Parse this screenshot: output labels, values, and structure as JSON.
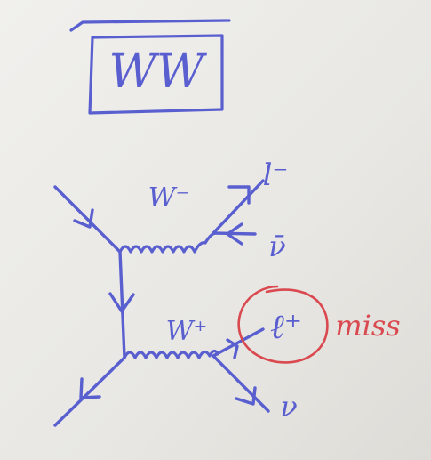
{
  "title": "WW",
  "particles": {
    "w_minus": "W⁻",
    "w_plus": "W⁺",
    "lepton_minus": "l⁻",
    "antineutrino": "ν̄",
    "lepton_plus": "ℓ⁺",
    "neutrino": "ν"
  },
  "annotation": "miss",
  "colors": {
    "paper": "#e9e8e4",
    "ink_blue": "#5a5fd0",
    "ink_red": "#d9494f"
  }
}
